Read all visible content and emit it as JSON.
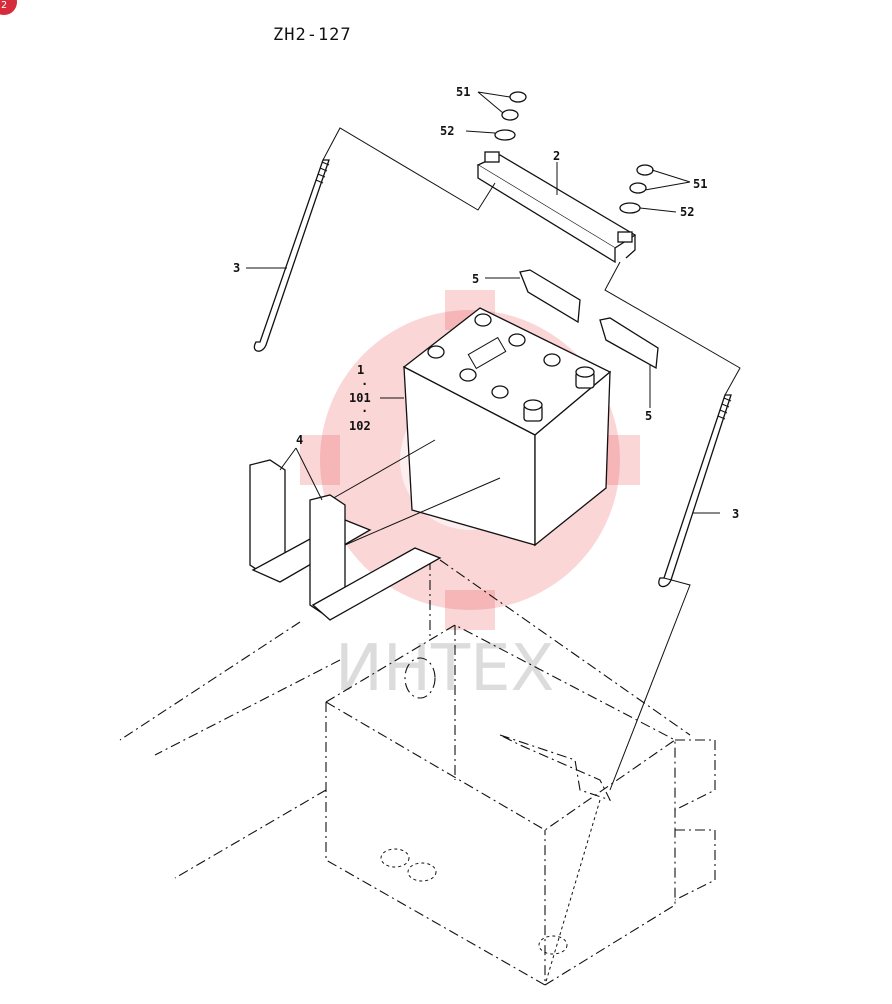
{
  "header": {
    "drawing_code": "ZH2-127"
  },
  "watermark": {
    "text": "ИНТЕХ",
    "color": "#e8444a"
  },
  "corner_badge": {
    "color": "#d62b3a",
    "text": "2"
  },
  "callouts": {
    "nut_left": "51",
    "washer_left": "52",
    "clamp": "2",
    "nut_right": "51",
    "washer_right": "52",
    "rod_left": "3",
    "rod_right": "3",
    "pad_left": "5",
    "pad_right": "5",
    "battery_main": "1",
    "battery_alt_1": "101",
    "battery_alt_2": "102",
    "spacer": "4"
  }
}
